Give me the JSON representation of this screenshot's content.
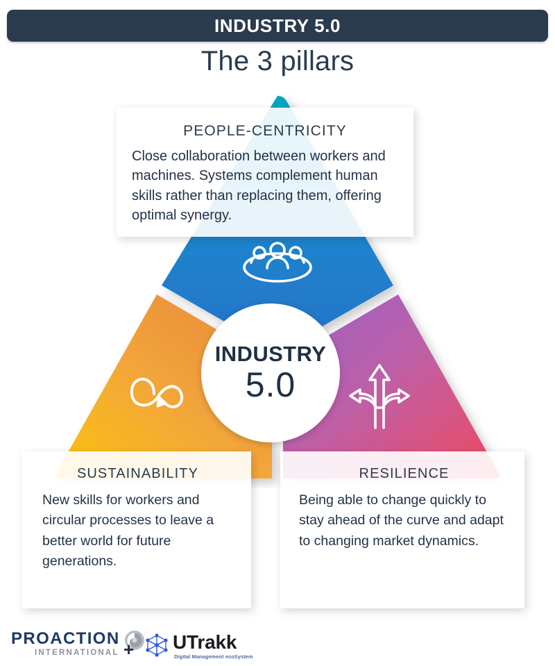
{
  "header": {
    "badge_title": "INDUSTRY 5.0",
    "subtitle": "The 3 pillars",
    "badge_bg": "#2b3b4e"
  },
  "center": {
    "line1": "INDUSTRY",
    "line2": "5.0"
  },
  "pillars": [
    {
      "id": "people-centricity",
      "title": "PEOPLE-CENTRICITY",
      "body": "Close collaboration between workers and machines. Systems complement human skills rather than replacing them, offering optimal synergy.",
      "icon": "people-group-icon",
      "color_start": "#00a8bb",
      "color_end": "#1f6fc4"
    },
    {
      "id": "sustainability",
      "title": "SUSTAINABILITY",
      "body": "New skills for workers and circular processes to leave a better world for future generations.",
      "icon": "circular-economy-infinity-icon",
      "color_start": "#e8913a",
      "color_end": "#fbbd14"
    },
    {
      "id": "resilience",
      "title": "RESILIENCE",
      "body": "Being able to change quickly to stay ahead of the curve and adapt to changing market dynamics.",
      "icon": "three-way-arrows-icon",
      "color_start": "#9b63c3",
      "color_end": "#ef4a62"
    }
  ],
  "footer": {
    "proaction_main": "PROACTION",
    "proaction_sub": "INTERNATIONAL",
    "plus": "+",
    "utrakk_main": "UTrakk",
    "utrakk_sub": "Digital Management ecoSystem"
  }
}
